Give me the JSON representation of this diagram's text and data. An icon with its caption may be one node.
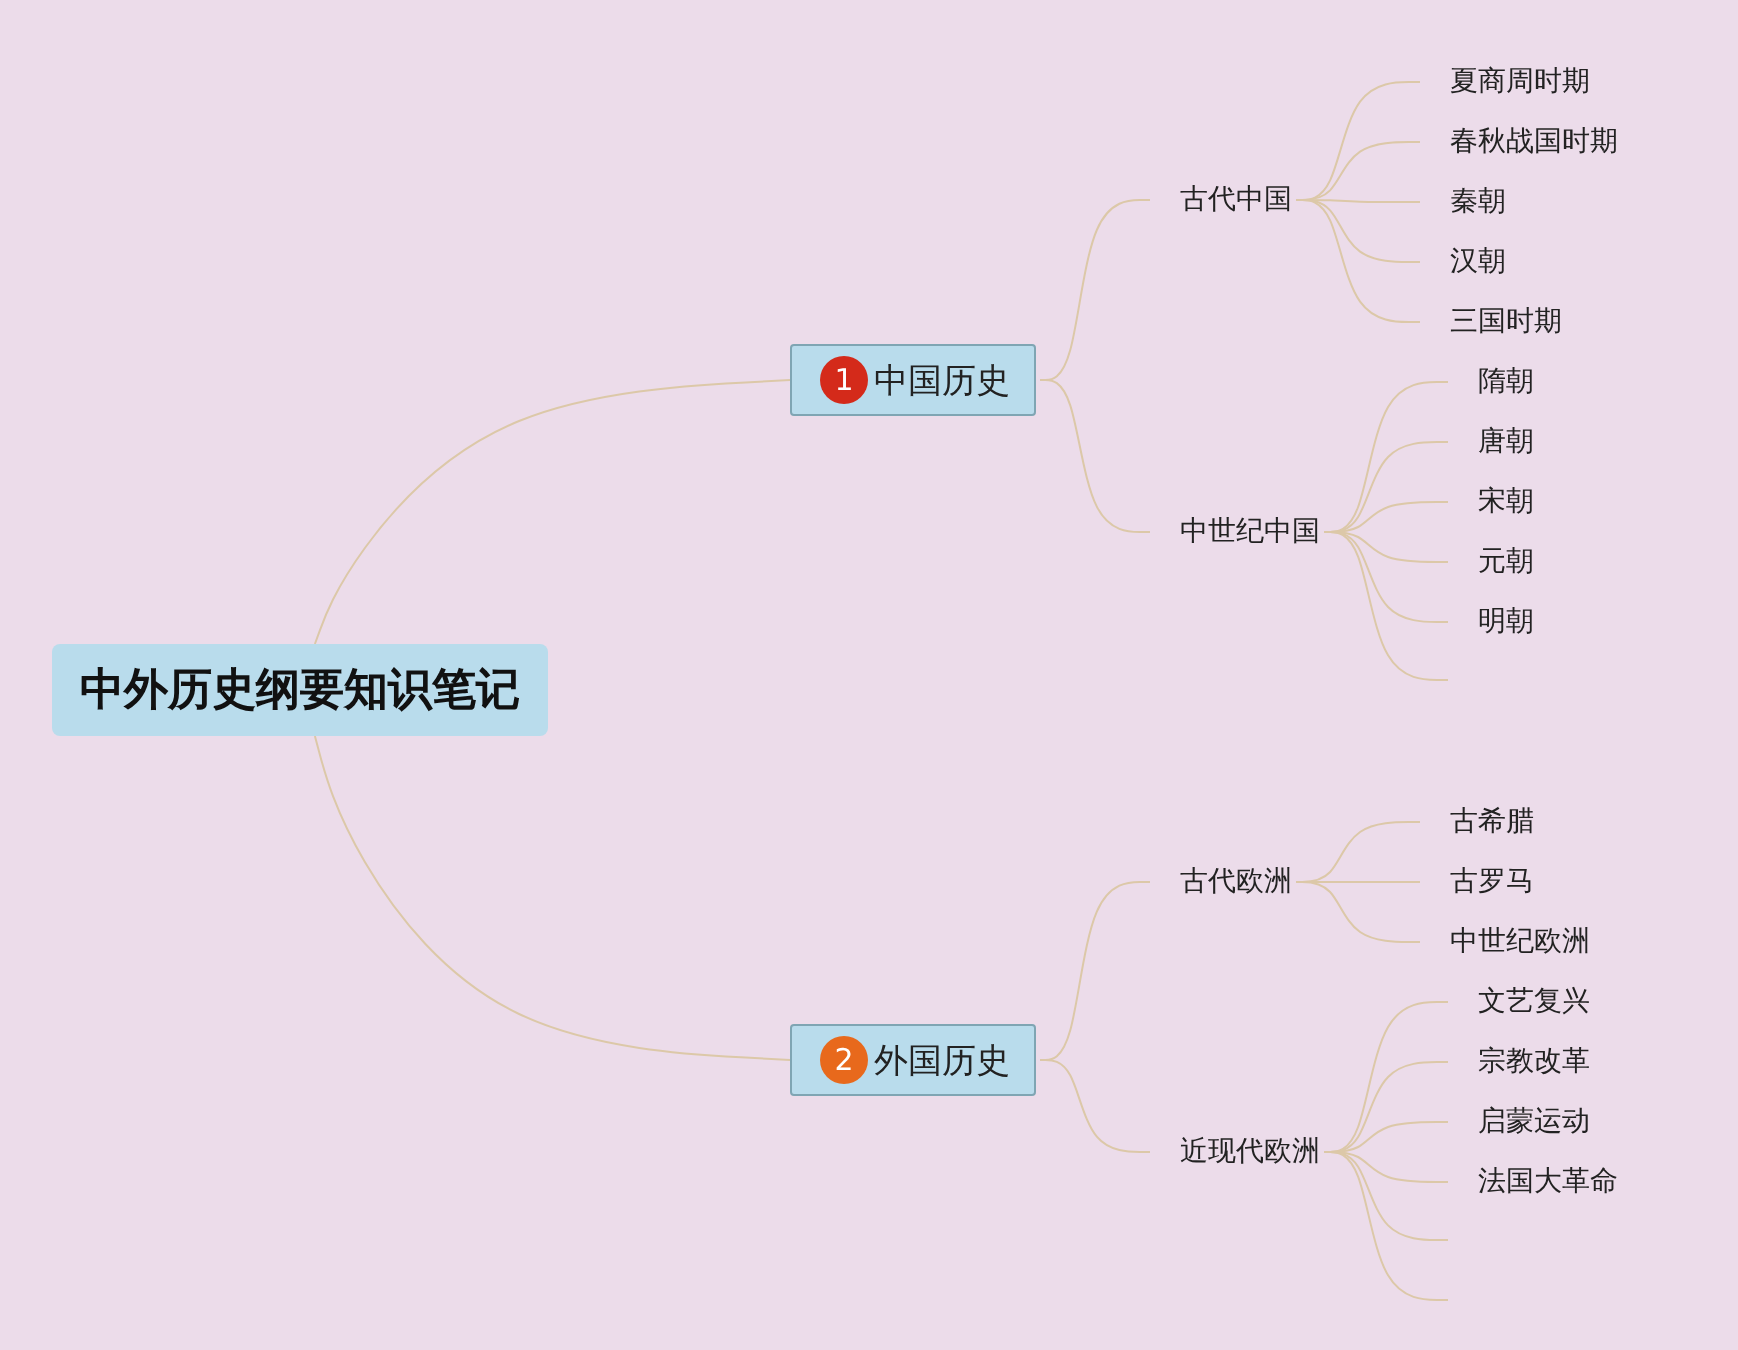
{
  "diagram": {
    "nodes": [
      {
        "text": [
          "中外历史纲要知识笔记"
        ]
      },
      {
        "text": [
          "1",
          "中国历史"
        ]
      },
      {
        "text": [
          "古代中国"
        ]
      },
      {
        "text": [
          "夏商周时期"
        ]
      },
      {
        "text": [
          "春秋战国时期"
        ]
      },
      {
        "text": [
          "秦朝"
        ]
      },
      {
        "text": [
          "汉朝"
        ]
      },
      {
        "text": [
          "三国时期"
        ]
      },
      {
        "text": [
          "中世纪中国"
        ]
      },
      {
        "text": [
          "隋朝"
        ]
      },
      {
        "text": [
          "唐朝"
        ]
      },
      {
        "text": [
          "宋朝"
        ]
      },
      {
        "text": [
          "元朝"
        ]
      },
      {
        "text": [
          "明朝"
        ]
      },
      {
        "text": [
          "2",
          "外国历史"
        ]
      },
      {
        "text": [
          "古代欧洲"
        ]
      },
      {
        "text": [
          "古希腊"
        ]
      },
      {
        "text": [
          "古罗马"
        ]
      },
      {
        "text": [
          "中世纪欧洲"
        ]
      },
      {
        "text": [
          "近现代欧洲"
        ]
      },
      {
        "text": [
          "文艺复兴"
        ]
      },
      {
        "text": [
          "宗教改革"
        ]
      },
      {
        "text": [
          "启蒙运动"
        ]
      },
      {
        "text": [
          "法国大革命"
        ]
      }
    ],
    "edges": [
      {
        "from": 0,
        "to": 1,
        "arrow": "none"
      },
      {
        "from": 0,
        "to": 14,
        "arrow": "none"
      },
      {
        "from": 1,
        "to": 2,
        "arrow": "none"
      },
      {
        "from": 1,
        "to": 8,
        "arrow": "none"
      },
      {
        "from": 2,
        "to": 3,
        "arrow": "none"
      },
      {
        "from": 2,
        "to": 4,
        "arrow": "none"
      },
      {
        "from": 2,
        "to": 5,
        "arrow": "none"
      },
      {
        "from": 2,
        "to": 6,
        "arrow": "none"
      },
      {
        "from": 2,
        "to": 7,
        "arrow": "none"
      },
      {
        "from": 8,
        "to": 9,
        "arrow": "none"
      },
      {
        "from": 8,
        "to": 10,
        "arrow": "none"
      },
      {
        "from": 8,
        "to": 11,
        "arrow": "none"
      },
      {
        "from": 8,
        "to": 12,
        "arrow": "none"
      },
      {
        "from": 8,
        "to": 13,
        "arrow": "none"
      },
      {
        "from": 8,
        "to": null,
        "arrow": "none"
      },
      {
        "from": 14,
        "to": 15,
        "arrow": "none"
      },
      {
        "from": 14,
        "to": 19,
        "arrow": "none"
      },
      {
        "from": 15,
        "to": 16,
        "arrow": "none"
      },
      {
        "from": 15,
        "to": 17,
        "arrow": "none"
      },
      {
        "from": 15,
        "to": 18,
        "arrow": "none"
      },
      {
        "from": 19,
        "to": 20,
        "arrow": "none"
      },
      {
        "from": 19,
        "to": 21,
        "arrow": "none"
      },
      {
        "from": 19,
        "to": 22,
        "arrow": "none"
      },
      {
        "from": 19,
        "to": 23,
        "arrow": "none"
      },
      {
        "from": 19,
        "to": null,
        "arrow": "none"
      },
      {
        "from": 19,
        "to": null,
        "arrow": "none"
      }
    ]
  }
}
